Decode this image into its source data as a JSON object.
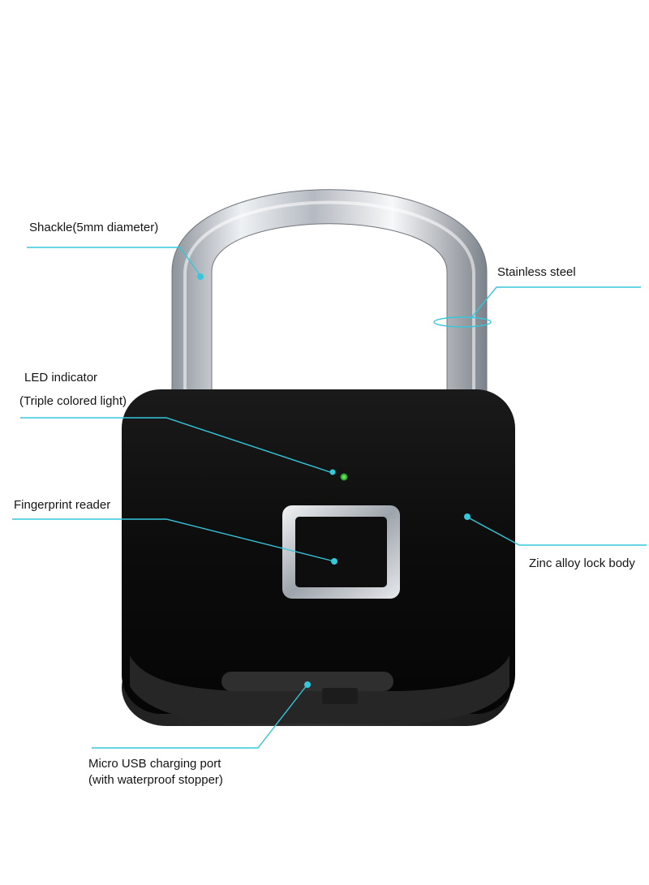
{
  "callouts": {
    "shackle": "Shackle(5mm diameter)",
    "stainless": "Stainless steel",
    "led_title": "LED indicator",
    "led_sub": "(Triple colored light)",
    "fingerprint": "Fingerprint reader",
    "zinc": "Zinc alloy lock body",
    "usb_title": "Micro USB charging port",
    "usb_sub": "(with waterproof stopper)"
  },
  "colors": {
    "leader_line": "#35c7dc",
    "lock_body": "#0b0b0b",
    "led": "#1fae2a",
    "chrome": "#c4c8ce"
  }
}
